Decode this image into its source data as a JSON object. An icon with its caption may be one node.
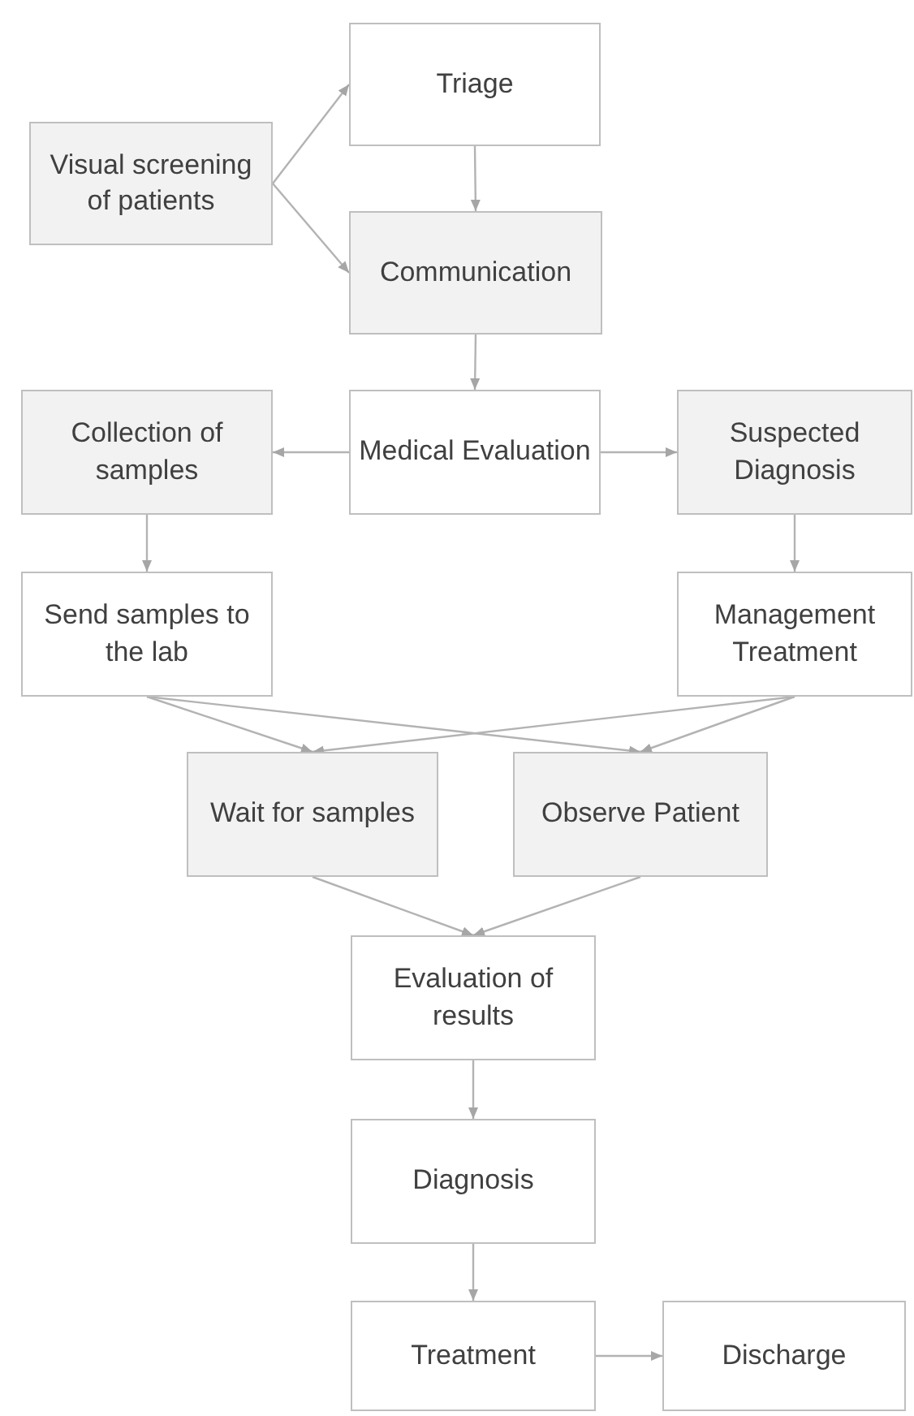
{
  "diagram": {
    "nodes": [
      {
        "text": [
          "Triage"
        ]
      },
      {
        "text": [
          "Visual screening of patients"
        ]
      },
      {
        "text": [
          "Communication"
        ]
      },
      {
        "text": [
          "Collection of samples"
        ]
      },
      {
        "text": [
          "Medical Evaluation"
        ]
      },
      {
        "text": [
          "Suspected Diagnosis"
        ]
      },
      {
        "text": [
          "Send samples to the lab"
        ]
      },
      {
        "text": [
          "Management Treatment"
        ]
      },
      {
        "text": [
          "Wait for samples"
        ]
      },
      {
        "text": [
          "Observe Patient"
        ]
      },
      {
        "text": [
          "Evaluation of results"
        ]
      },
      {
        "text": [
          "Diagnosis"
        ]
      },
      {
        "text": [
          "Treatment"
        ]
      },
      {
        "text": [
          "Discharge"
        ]
      }
    ],
    "edges": [
      {
        "from": 1,
        "to": 0,
        "arrow": "to"
      },
      {
        "from": 1,
        "to": 2,
        "arrow": "to"
      },
      {
        "from": 0,
        "to": 2,
        "arrow": "to"
      },
      {
        "from": 2,
        "to": 4,
        "arrow": "to"
      },
      {
        "from": 4,
        "to": 3,
        "arrow": "to"
      },
      {
        "from": 4,
        "to": 5,
        "arrow": "to"
      },
      {
        "from": 3,
        "to": 6,
        "arrow": "to"
      },
      {
        "from": 5,
        "to": 7,
        "arrow": "to"
      },
      {
        "from": 6,
        "to": 8,
        "arrow": "to"
      },
      {
        "from": 6,
        "to": 9,
        "arrow": "to"
      },
      {
        "from": 7,
        "to": 8,
        "arrow": "to"
      },
      {
        "from": 7,
        "to": 9,
        "arrow": "to"
      },
      {
        "from": 8,
        "to": 10,
        "arrow": "to"
      },
      {
        "from": 9,
        "to": 10,
        "arrow": "to"
      },
      {
        "from": 10,
        "to": 11,
        "arrow": "to"
      },
      {
        "from": 11,
        "to": 12,
        "arrow": "to"
      },
      {
        "from": 12,
        "to": 13,
        "arrow": "to"
      }
    ]
  }
}
